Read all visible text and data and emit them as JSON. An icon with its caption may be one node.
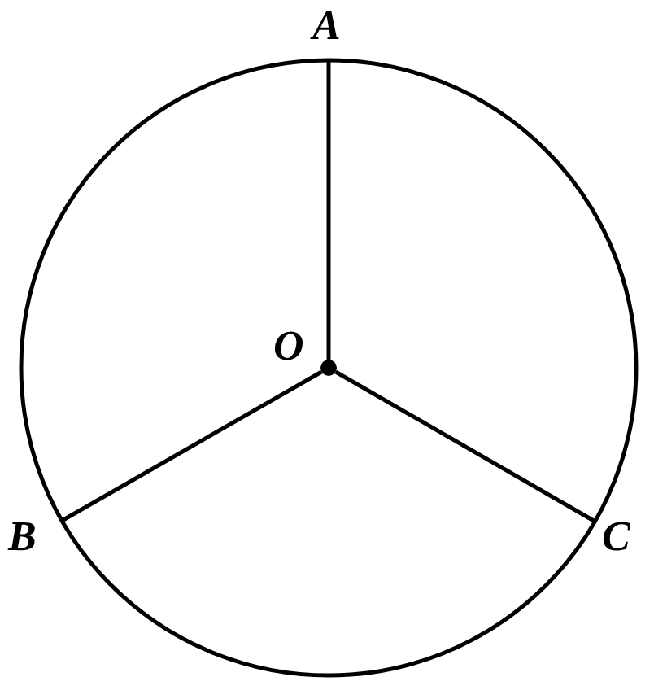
{
  "diagram": {
    "nodes": [
      {
        "text": [
          "O"
        ]
      },
      {
        "text": [
          "A"
        ]
      },
      {
        "text": [
          "B"
        ]
      },
      {
        "text": [
          "C"
        ]
      }
    ],
    "edges": [
      {
        "from": 0,
        "to": 1,
        "arrow": "none"
      },
      {
        "from": 0,
        "to": 2,
        "arrow": "none"
      },
      {
        "from": 0,
        "to": 3,
        "arrow": "none"
      }
    ]
  }
}
